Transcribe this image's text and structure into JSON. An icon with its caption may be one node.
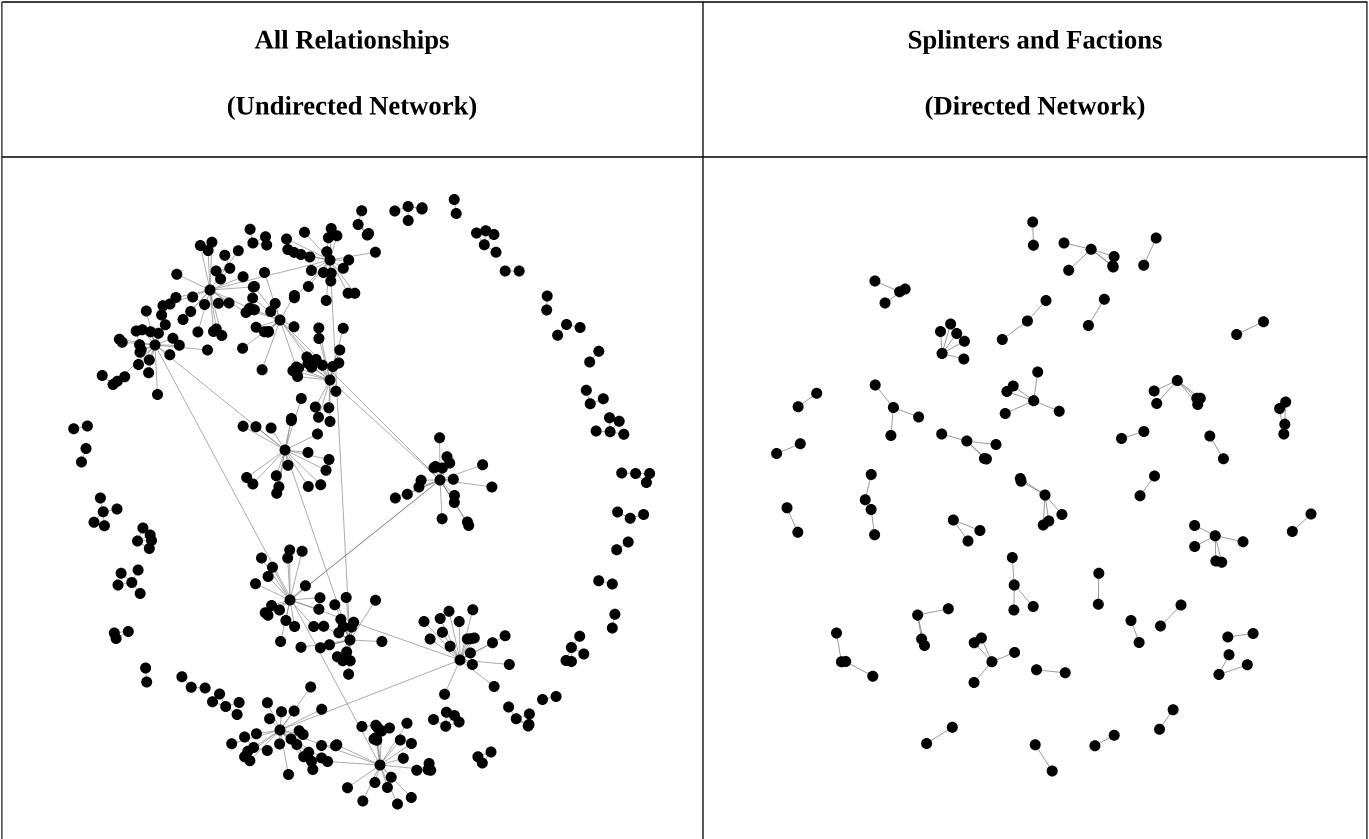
{
  "diagram": {
    "labels": [
      "All Relationships",
      "(Undirected Network)",
      "Splinters and Factions",
      "(Directed Network)"
    ]
  }
}
